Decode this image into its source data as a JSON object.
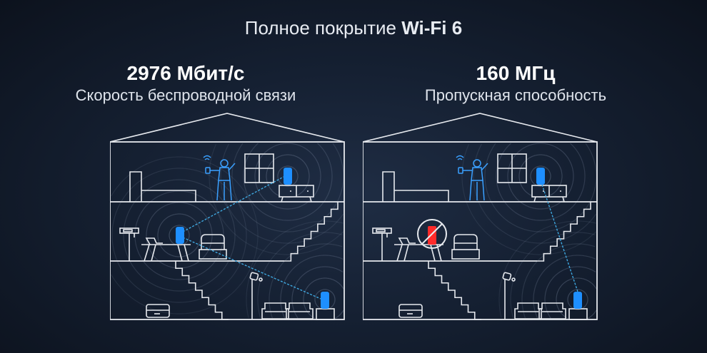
{
  "title": {
    "text": "Полное покрытие ",
    "highlight": "Wi-Fi 6"
  },
  "left": {
    "value": "2976 Мбит/с",
    "label": "Скорость беспроводной связи"
  },
  "right": {
    "value": "160 МГц",
    "label": "Пропускная способность"
  },
  "colors": {
    "router": "#1e8fff",
    "blocked": "#ff2a2a",
    "line": "#e6e9ee",
    "person": "#3aa0ff",
    "background": "#111a28"
  }
}
